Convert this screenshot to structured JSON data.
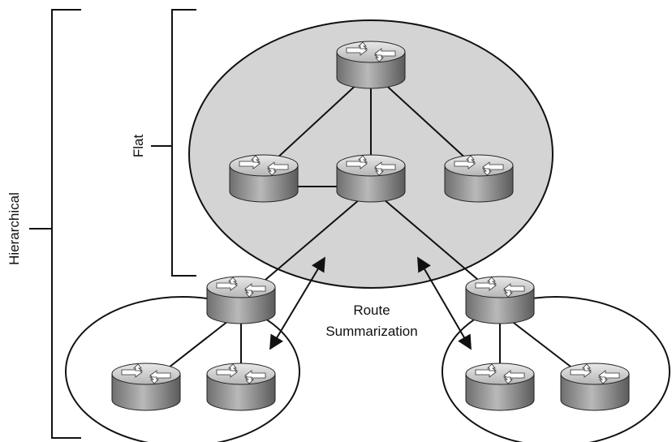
{
  "labels": {
    "hierarchical": "Hierarchical",
    "flat": "Flat",
    "route_line1": "Route",
    "route_line2": "Summarization"
  },
  "colors": {
    "core_area_fill": "#d4d4d4",
    "line": "#111111",
    "router_body": "#9a9a9a"
  },
  "icons": {
    "router": "router-icon",
    "arrow": "double-arrow"
  }
}
